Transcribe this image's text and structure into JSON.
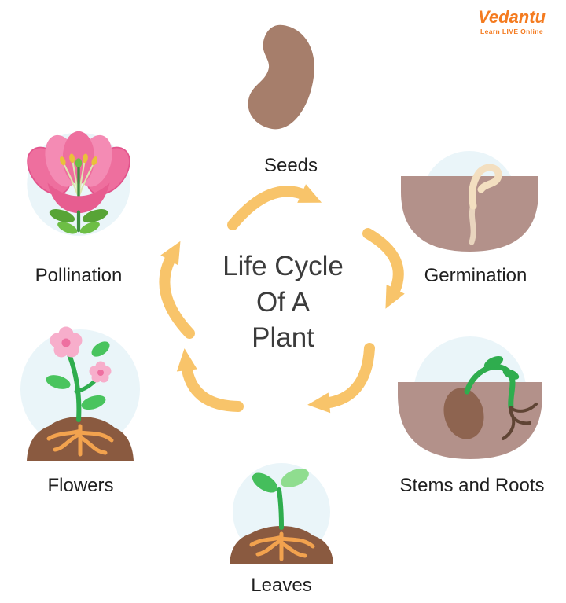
{
  "brand": {
    "name": "Vedantu",
    "tagline": "Learn LIVE Online",
    "color": "#F47B20"
  },
  "title": {
    "line1": "Life Cycle",
    "line2": "Of A",
    "line3": "Plant"
  },
  "stages": [
    {
      "id": "seeds",
      "label": "Seeds",
      "icon": "seed-icon"
    },
    {
      "id": "germination",
      "label": "Germination",
      "icon": "germination-icon"
    },
    {
      "id": "stems-roots",
      "label": "Stems and Roots",
      "icon": "stems-roots-icon"
    },
    {
      "id": "leaves",
      "label": "Leaves",
      "icon": "leaves-icon"
    },
    {
      "id": "flowers",
      "label": "Flowers",
      "icon": "flowers-icon"
    },
    {
      "id": "pollination",
      "label": "Pollination",
      "icon": "pollination-icon"
    }
  ],
  "cycle_order": [
    "Seeds",
    "Germination",
    "Stems and Roots",
    "Leaves",
    "Flowers",
    "Pollination"
  ],
  "colors": {
    "arrow": "#F8C46A",
    "soil_dark": "#8A5A40",
    "soil_light": "#B3918A",
    "seed_brown": "#A67E6B",
    "leaf_green": "#2FAD4E",
    "flower_pink": "#F06A9B",
    "halo_blue": "#EAF5F9",
    "root_orange": "#F2A24E",
    "title_text": "#3C3C3C",
    "label_text": "#1F1F1F",
    "brand_orange": "#F47B20"
  }
}
